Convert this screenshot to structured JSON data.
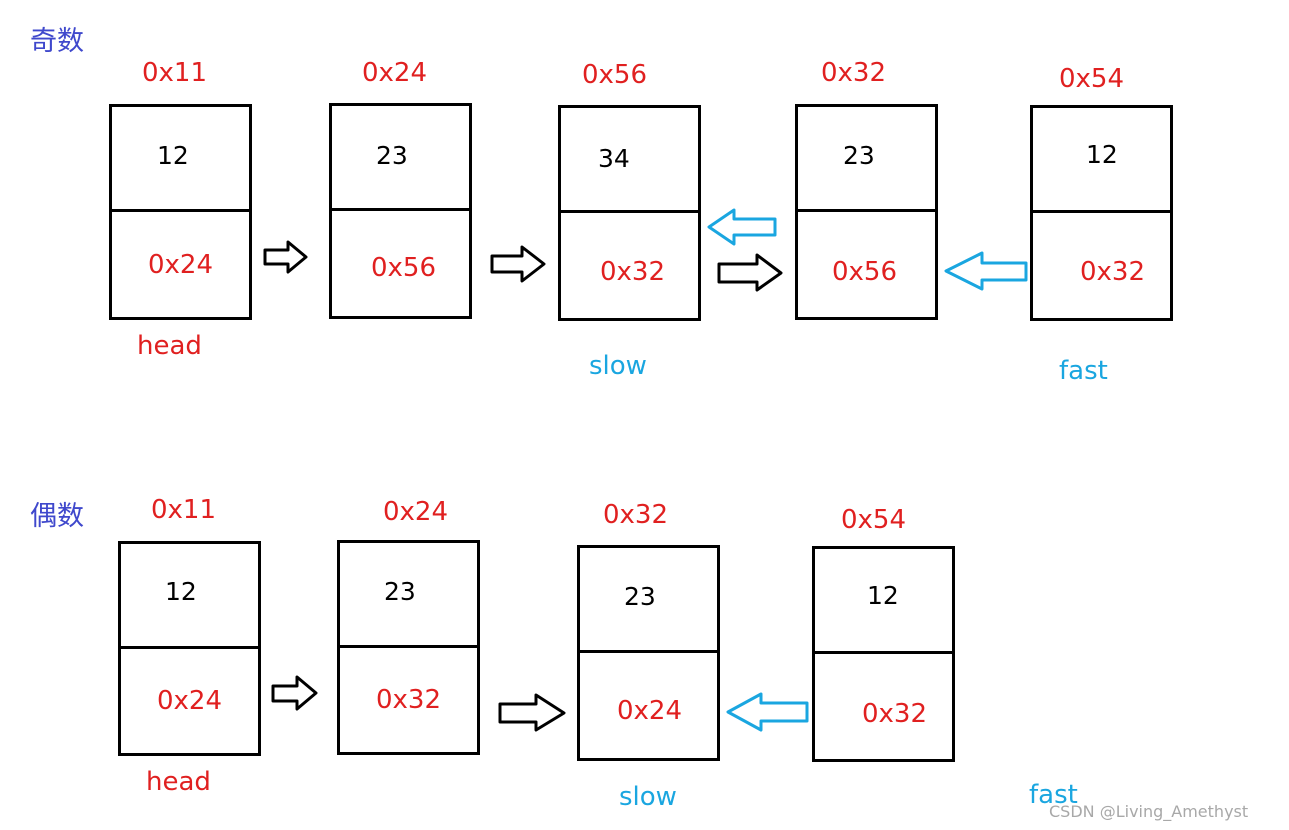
{
  "odd": {
    "title": "奇数",
    "nodes": [
      {
        "addr": "0x11",
        "val": "12",
        "next": "0x24"
      },
      {
        "addr": "0x24",
        "val": "23",
        "next": "0x56"
      },
      {
        "addr": "0x56",
        "val": "34",
        "next": "0x32"
      },
      {
        "addr": "0x32",
        "val": "23",
        "next": "0x56"
      },
      {
        "addr": "0x54",
        "val": "12",
        "next": "0x32"
      }
    ],
    "head_label": "head",
    "slow_label": "slow",
    "fast_label": "fast"
  },
  "even": {
    "title": "偶数",
    "nodes": [
      {
        "addr": "0x11",
        "val": "12",
        "next": "0x24"
      },
      {
        "addr": "0x24",
        "val": "23",
        "next": "0x32"
      },
      {
        "addr": "0x32",
        "val": "23",
        "next": "0x24"
      },
      {
        "addr": "0x54",
        "val": "12",
        "next": "0x32"
      }
    ],
    "head_label": "head",
    "slow_label": "slow",
    "fast_label": "fast"
  },
  "watermark": "CSDN @Living_Amethyst",
  "colors": {
    "address": "#e02020",
    "pointer_blue": "#1aa6e0",
    "title": "#3f48cc"
  }
}
